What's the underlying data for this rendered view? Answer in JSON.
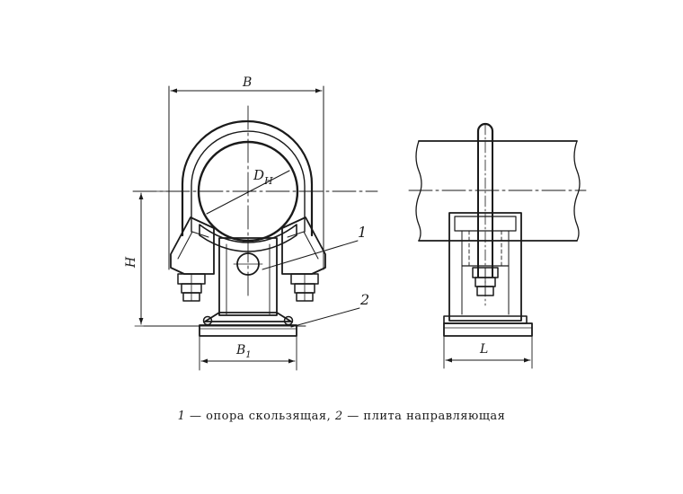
{
  "labels": {
    "B": "B",
    "Dn_main": "D",
    "Dn_sub": "H",
    "H": "H",
    "B1_main": "B",
    "B1_sub": "1",
    "L": "L",
    "callout1": "1",
    "callout2": "2"
  },
  "caption": {
    "n1": "1",
    "t1": " — опора скользящая, ",
    "n2": "2",
    "t2": " — плита направляющая"
  }
}
